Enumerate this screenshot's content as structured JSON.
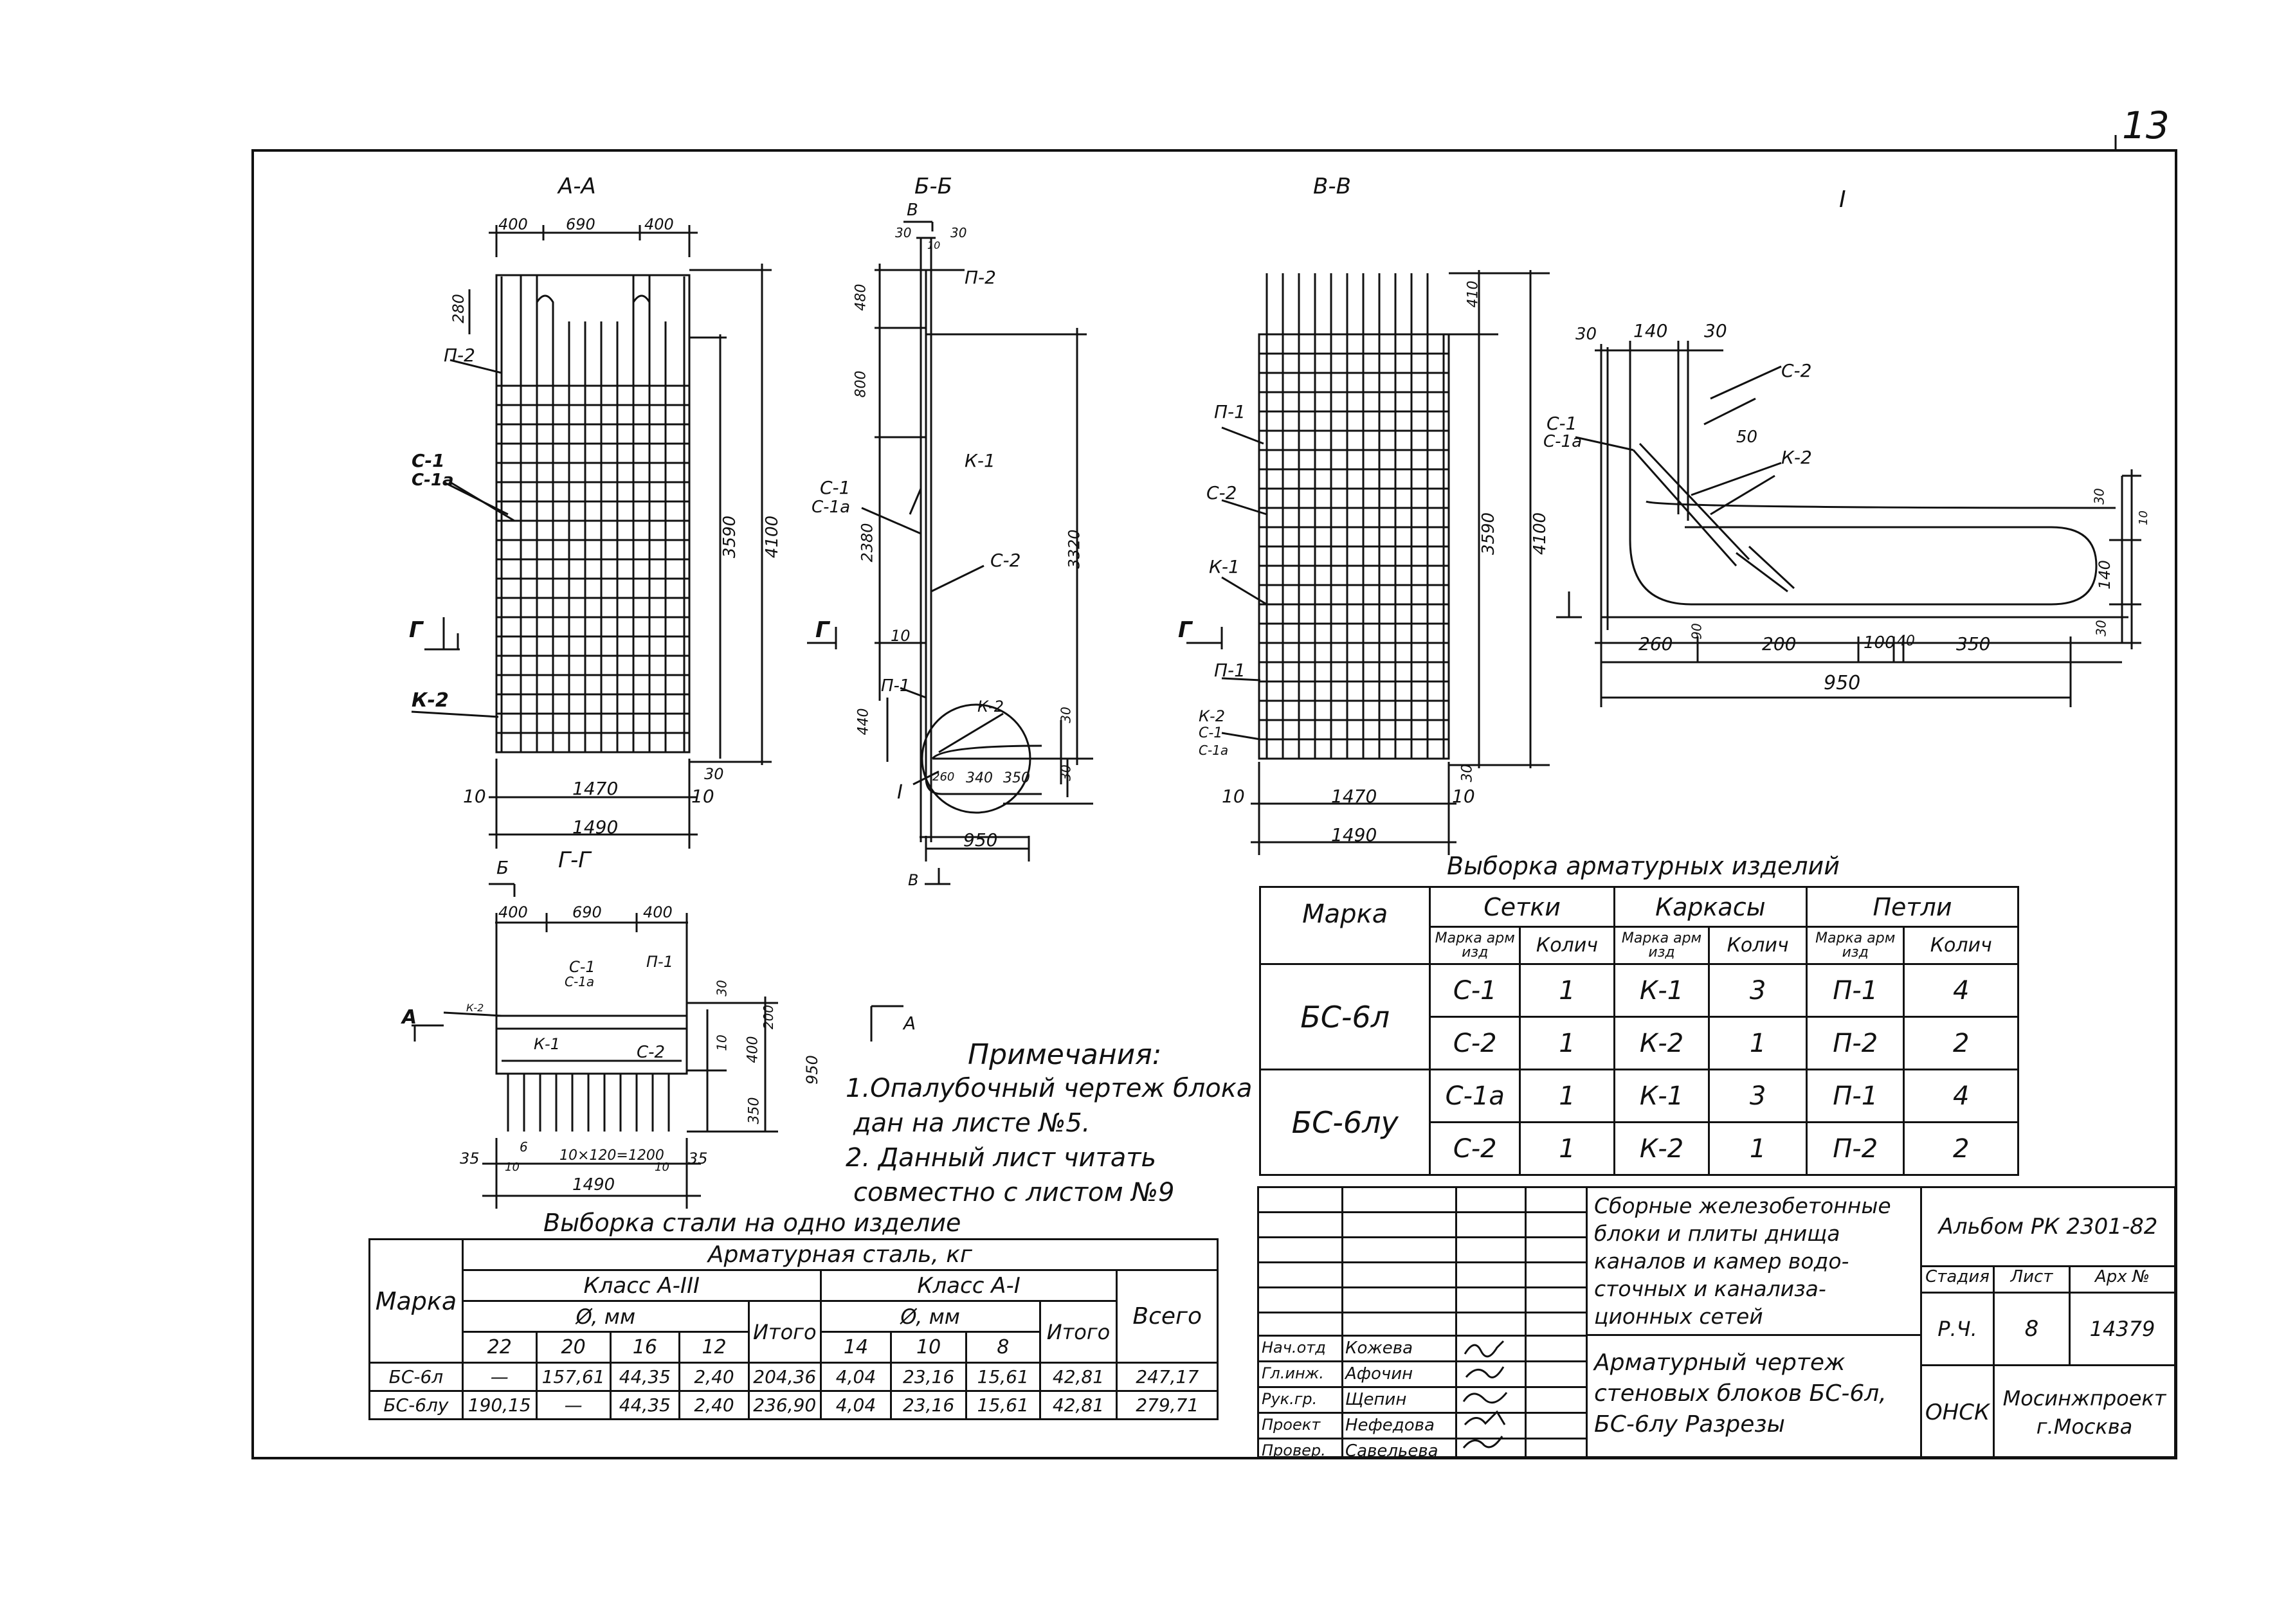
{
  "page_number": "13",
  "views": {
    "aa": {
      "title": "А-А",
      "dims_top": [
        "400",
        "690",
        "400"
      ],
      "h280": "280",
      "h3590": "3590",
      "h4100": "4100",
      "p2": "П-2",
      "c1": "С-1",
      "c1a": "С-1а",
      "k2": "К-2",
      "g": "Г",
      "d10a": "10",
      "d1470": "1470",
      "d10b": "10",
      "d1490": "1490",
      "d30": "30"
    },
    "bb": {
      "title": "Б-Б",
      "b": "В",
      "d30a": "30",
      "d30b": "30",
      "d10": "10",
      "p2": "П-2",
      "d480": "480",
      "d800": "800",
      "k1": "К-1",
      "c1": "С-1",
      "c1a": "С-1а",
      "d2380": "2380",
      "d3320": "3320",
      "c2": "С-2",
      "g": "Г",
      "d10b": "10",
      "p1": "П-1",
      "d440": "440",
      "k2": "К-2",
      "d30c": "30",
      "d30d": "30",
      "d260": "260",
      "d340": "340",
      "d350": "350",
      "roman": "I",
      "d950": "950",
      "bottom_b": "В"
    },
    "vv": {
      "title": "В-В",
      "d410": "410",
      "p1": "П-1",
      "c2": "С-2",
      "d3590": "3590",
      "d4100": "4100",
      "k1": "К-1",
      "g": "Г",
      "p1b": "П-1",
      "k2": "К-2",
      "c1": "С-1",
      "c1a": "С-1а",
      "d30": "30",
      "d10a": "10",
      "d1470": "1470",
      "d10b": "10",
      "d1490": "1490"
    },
    "detail": {
      "title": "I",
      "d30a": "30",
      "d140": "140",
      "d30b": "30",
      "c2": "С-2",
      "c1": "С-1",
      "c1a": "С-1а",
      "d50": "50",
      "k2": "К-2",
      "d30r": "30",
      "d10r": "10",
      "d140r": "140",
      "d30r2": "30",
      "d260": "260",
      "d90": "90",
      "d200": "200",
      "d100": "100",
      "d40": "40",
      "d350": "350",
      "d950": "950"
    },
    "gg": {
      "title": "Г-Г",
      "b": "Б",
      "dims_top": [
        "400",
        "690",
        "400"
      ],
      "c1": "С-1",
      "c1a": "С-1а",
      "p1": "П-1",
      "k2": "К-2",
      "k1": "К-1",
      "c2": "С-2",
      "a_left": "А",
      "a_right": "А",
      "d30": "30",
      "d10": "10",
      "d200": "200",
      "d400": "400",
      "d950": "950",
      "d350": "350",
      "d35a": "35",
      "d35b": "35",
      "d6": "6",
      "d10b": "10",
      "d10c": "10",
      "d_mid": "10×120=1200",
      "d1490": "1490"
    }
  },
  "notes": {
    "title": "Примечания:",
    "lines": [
      "1.Опалубочный чертеж блока",
      "дан на листе №5.",
      "2. Данный лист читать",
      "совместно с листом №9"
    ]
  },
  "armature_table": {
    "title": "Выборка арматурных изделий",
    "h_marka": "Марка",
    "h_setki": "Сетки",
    "h_karkasy": "Каркасы",
    "h_petli": "Петли",
    "h_marka_arm": "Марка арм изд",
    "h_kolich": "Колич",
    "groups": [
      {
        "marka": "БС-6л",
        "rows": [
          [
            "С-1",
            "1",
            "К-1",
            "3",
            "П-1",
            "4"
          ],
          [
            "С-2",
            "1",
            "К-2",
            "1",
            "П-2",
            "2"
          ]
        ]
      },
      {
        "marka": "БС-6лу",
        "rows": [
          [
            "С-1а",
            "1",
            "К-1",
            "3",
            "П-1",
            "4"
          ],
          [
            "С-2",
            "1",
            "К-2",
            "1",
            "П-2",
            "2"
          ]
        ]
      }
    ]
  },
  "steel_table": {
    "title": "Выборка стали на одно изделие",
    "h_marka": "Марка",
    "h_steel": "Арматурная сталь, кг",
    "h_class3": "Класс А-III",
    "h_class1": "Класс А-I",
    "h_diam": "Ø, мм",
    "h_itogo": "Итого",
    "h_vsego": "Всего",
    "diam3": [
      "22",
      "20",
      "16",
      "12"
    ],
    "diam1": [
      "14",
      "10",
      "8"
    ],
    "rows": [
      [
        "БС-6л",
        "—",
        "157,61",
        "44,35",
        "2,40",
        "204,36",
        "4,04",
        "23,16",
        "15,61",
        "42,81",
        "247,17"
      ],
      [
        "БС-6лу",
        "190,15",
        "—",
        "44,35",
        "2,40",
        "236,90",
        "4,04",
        "23,16",
        "15,61",
        "42,81",
        "279,71"
      ]
    ]
  },
  "title_block": {
    "project": "Сборные железобетонные блоки и плиты днища каналов и камер водосточных и канализационных сетей",
    "project_lines": [
      "Сборные железобетонные",
      "блоки и плиты днища",
      "каналов и камер водо-",
      "сточных и канализа-",
      "ционных сетей"
    ],
    "album": "Альбом РК 2301-82",
    "h_stage": "Стадия",
    "h_sheet": "Лист",
    "h_arch": "Арх №",
    "stage": "Р.Ч.",
    "sheet": "8",
    "arch": "14379",
    "sheet_title_lines": [
      "Арматурный чертеж",
      "стеновых блоков БС-6л,",
      "БС-6лу Разрезы"
    ],
    "org_code": "ОНСК",
    "org_lines": [
      "Мосинжпроект",
      "г.Москва"
    ],
    "people": [
      [
        "Нач.отд",
        "Кожева"
      ],
      [
        "Гл.инж.",
        "Афочин"
      ],
      [
        "Рук.гр.",
        "Щепин"
      ],
      [
        "Проект",
        "Нефедова"
      ],
      [
        "Провер.",
        "Савельева"
      ]
    ]
  }
}
